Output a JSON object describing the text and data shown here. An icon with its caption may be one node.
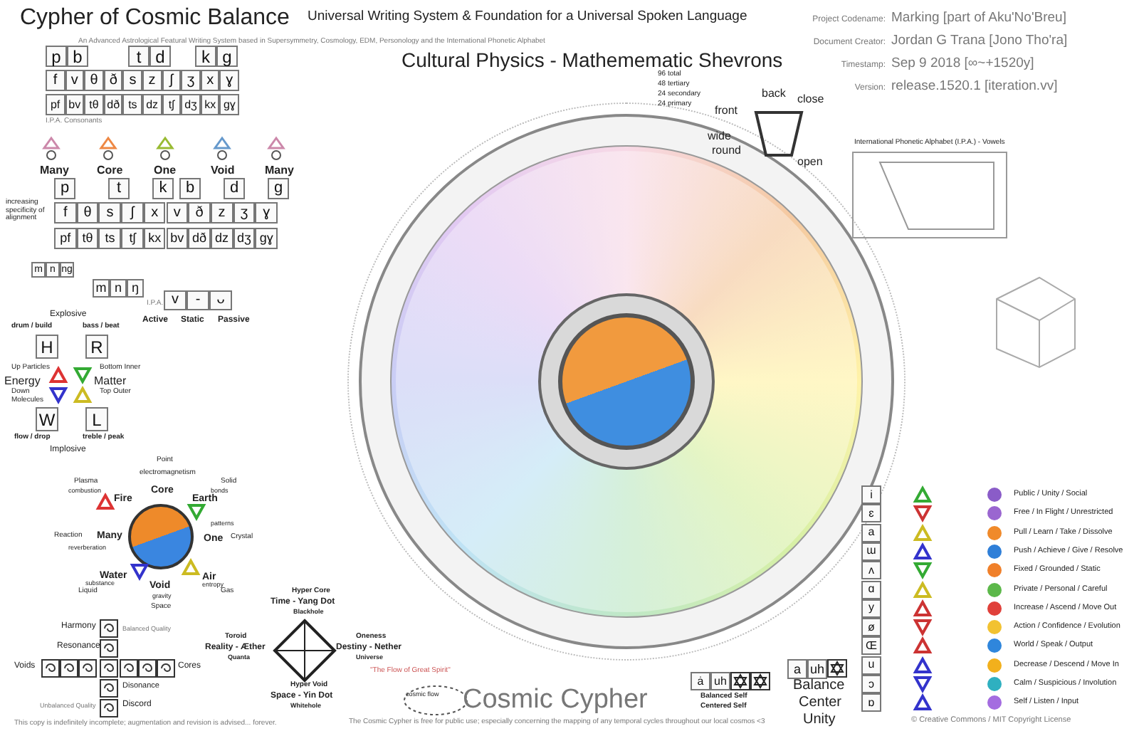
{
  "diagram": {
    "title": "Cypher of Cosmic Balance",
    "labels": [
      "Universal Writing System & Foundation for a Universal Spoken Language",
      "An Advanced Astrological Featural Writing System based in Supersymmetry, Cosmology, EDM, Personology and the International Phonetic Alphabet",
      "Project Codename:",
      "Marking [part of Aku'No'Breu]",
      "Document Creator:",
      "Jordan G Trana [Jono Tho'ra]",
      "Timestamp:",
      "Sep 9 2018 [∞~+1520y]",
      "Version:",
      "release.1520.1 [iteration.vv]",
      "Cultural Physics - Mathemematic Shevrons",
      "96 total",
      "48 tertiary",
      "24 secondary",
      "24 primary",
      "p",
      "b",
      "t",
      "d",
      "k",
      "g",
      "f",
      "v",
      "θ",
      "ð",
      "s",
      "z",
      "ʃ",
      "ʒ",
      "x",
      "ɣ",
      "pf",
      "bv",
      "tθ",
      "dð",
      "ts",
      "dz",
      "tʃ",
      "dʒ",
      "kx",
      "gɣ",
      "I.P.A. Consonants",
      "Many",
      "Core",
      "One",
      "Void",
      "Many",
      "p",
      "t",
      "k",
      "b",
      "d",
      "g",
      "f",
      "θ",
      "s",
      "ʃ",
      "x",
      "v",
      "ð",
      "z",
      "ʒ",
      "ɣ",
      "pf",
      "tθ",
      "ts",
      "tʃ",
      "kx",
      "bv",
      "dð",
      "dz",
      "dʒ",
      "gɣ",
      "increasing specificity of alignment",
      "m",
      "n",
      "ng",
      "m",
      "n",
      "ŋ",
      "I.P.A.",
      "v",
      "-",
      "ᴗ",
      "Active",
      "Static",
      "Passive",
      "Explosive",
      "drum / build",
      "bass / beat",
      "H",
      "R",
      "Up Particles",
      "Energy",
      "Down Molecules",
      "Bottom Inner",
      "Matter",
      "Top Outer",
      "W",
      "L",
      "flow / drop",
      "treble / peak",
      "Implosive",
      "front",
      "back",
      "close",
      "wide",
      "round",
      "open",
      "International Phonetic Alphabet (I.P.A.) - Vowels",
      "Point",
      "electromagnetism",
      "Plasma",
      "combustion",
      "Fire",
      "Core",
      "Solid",
      "bonds",
      "Earth",
      "Reaction",
      "reverberation",
      "Many",
      "patterns",
      "One",
      "Crystal",
      "Water",
      "substance",
      "Liquid",
      "Void",
      "gravity",
      "Space",
      "Air",
      "entropy",
      "Gas",
      "Harmony",
      "Balanced Quality",
      "Resonance",
      "Voids",
      "Cores",
      "Disonance",
      "Unbalanced Quality",
      "Discord",
      "Hyper Core",
      "Time - Yang Dot",
      "Blackhole",
      "Toroid",
      "Reality - Æther",
      "Quanta",
      "Hyper Void",
      "Space - Yin Dot",
      "Whitehole",
      "Oneness",
      "Destiny - Nether",
      "Universe",
      "\"The Flow of Great Spirit\"",
      "cosmic flow",
      "Cosmic Cypher",
      "ȧ",
      "uh",
      "Balanced Self",
      "Centered Self",
      "a",
      "uh",
      "Balance",
      "Center",
      "Unity",
      "i",
      "Public / Unity / Social",
      "ɛ",
      "Free / In Flight / Unrestricted",
      "a",
      "Pull / Learn / Take / Dissolve",
      "ɯ",
      "Push / Achieve / Give / Resolve",
      "ʌ",
      "Fixed / Grounded / Static",
      "ɑ",
      "Private / Personal / Careful",
      "y",
      "Increase / Ascend / Move Out",
      "ø",
      "Action / Confidence / Evolution",
      "Œ",
      "World / Speak / Output",
      "u",
      "Decrease / Descend / Move In",
      "ɔ",
      "Calm / Suspicious / Involution",
      "ɒ",
      "Self / Listen / Input",
      "This copy is indefinitely incomplete; augmentation and revision is advised... forever.",
      "The Cosmic Cypher is free for public use; especially concerning the mapping of any temporal cycles throughout our local cosmos <3",
      "© Creative Commons / MIT Copyright License"
    ]
  }
}
